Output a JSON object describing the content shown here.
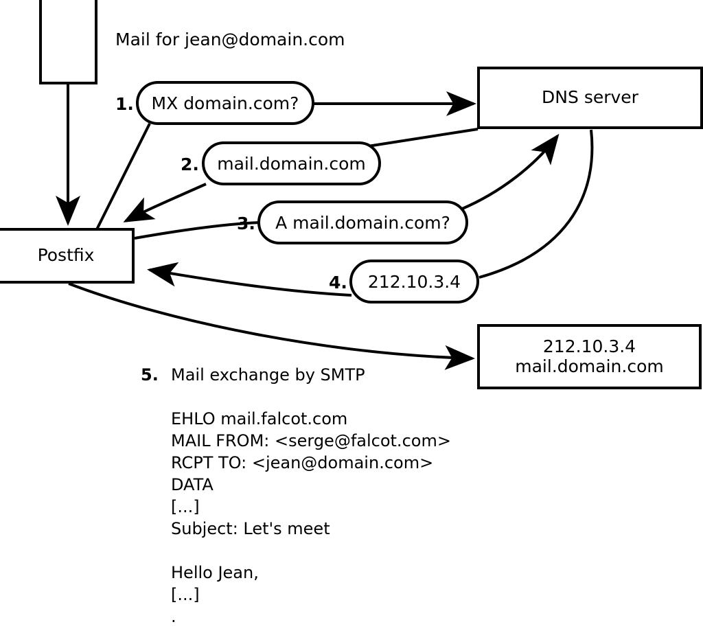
{
  "diagram": {
    "title_caption": "Mail for jean@domain.com",
    "nodes": {
      "sender": {
        "label": ""
      },
      "postfix": {
        "label": "Postfix"
      },
      "dns": {
        "label": "DNS server"
      },
      "mail_server": {
        "line1": "212.10.3.4",
        "line2": "mail.domain.com"
      }
    },
    "steps": [
      {
        "number": "1.",
        "label": "MX domain.com?"
      },
      {
        "number": "2.",
        "label": "mail.domain.com"
      },
      {
        "number": "3.",
        "label": "A mail.domain.com?"
      },
      {
        "number": "4.",
        "label": "212.10.3.4"
      },
      {
        "number": "5.",
        "label": "Mail exchange by SMTP"
      }
    ],
    "smtp_transcript": [
      "EHLO mail.falcot.com",
      "MAIL FROM: <serge@falcot.com>",
      "RCPT TO: <jean@domain.com>",
      "DATA",
      "[...]",
      "Subject: Let's meet",
      "",
      "Hello Jean,",
      "[...]",
      "."
    ],
    "colors": {
      "stroke": "#000000",
      "fill": "#ffffff"
    }
  }
}
